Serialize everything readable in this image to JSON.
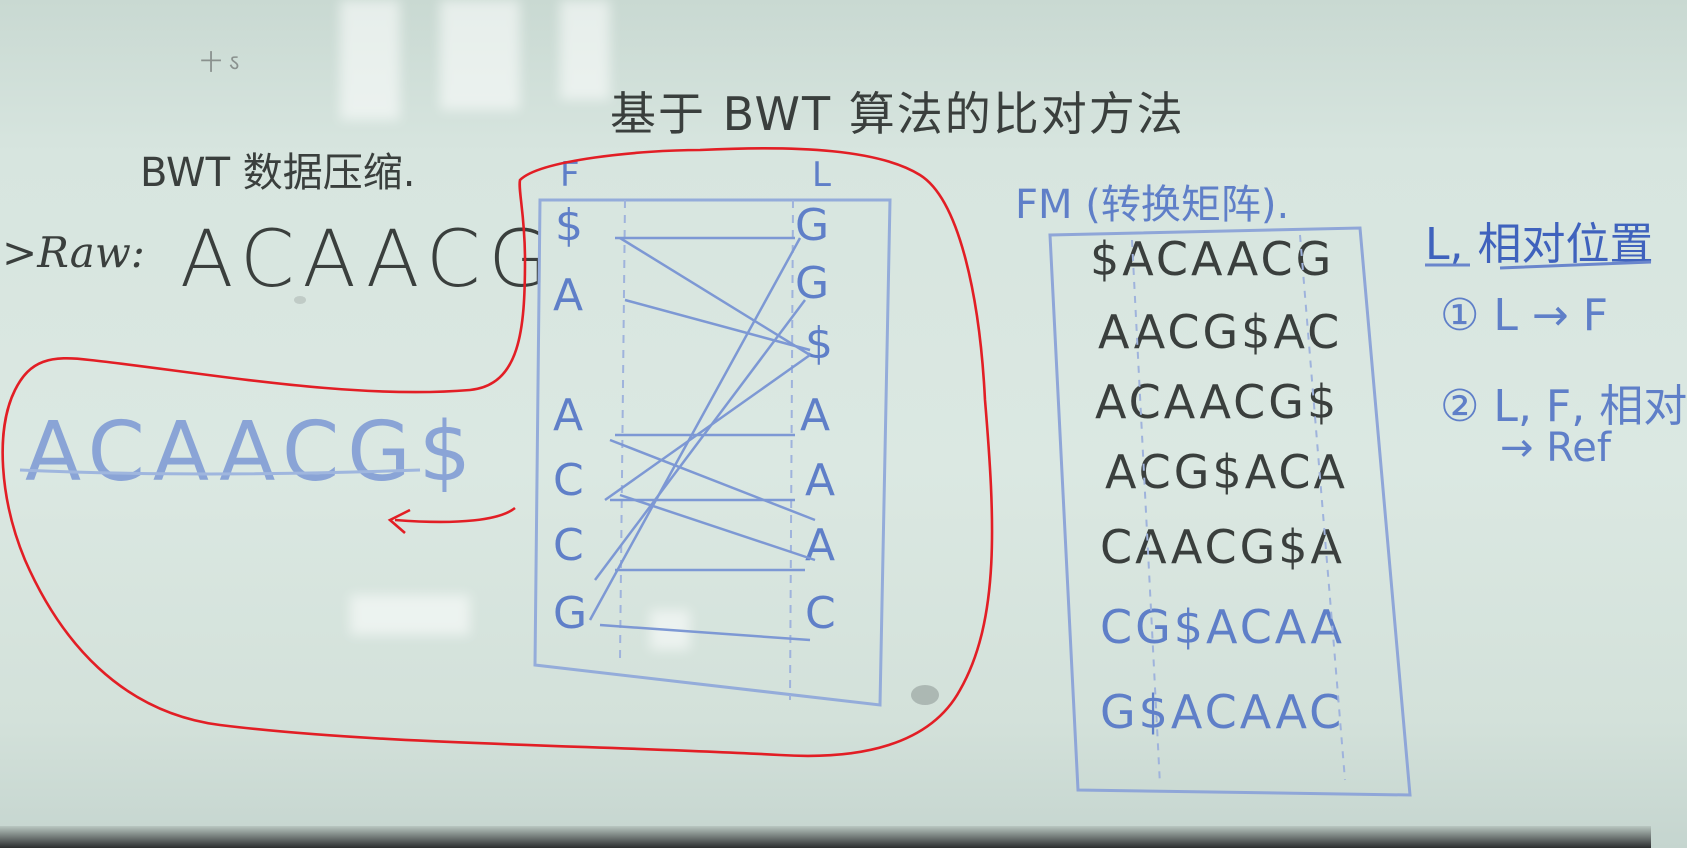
{
  "board": {
    "top_scribble": "十 ऽ",
    "title": "基于 BWT 算法的比对方法",
    "bwt_heading": "BWT 数据压缩.",
    "raw_label": ">Raw:",
    "raw_value": "ACAACG",
    "transformed_value": "ACAACG$",
    "f_header": "F",
    "l_header": "L",
    "f_column": [
      "$",
      "A",
      "A",
      "C",
      "C",
      "G"
    ],
    "l_column": [
      "G",
      "G",
      "$",
      "A",
      "A",
      "A",
      "C"
    ],
    "fm_label": "FM (转换矩阵).",
    "fm_rows": [
      "$ACAACG",
      "AACG$AC",
      "ACAACG$",
      "ACG$ACA",
      "CAACG$A",
      "CG$ACAA",
      "G$ACAAC"
    ],
    "l_heading": "L, 相对位置",
    "note1": "① L → F",
    "note2": "② L, F, 相对",
    "note3": "→ Ref"
  },
  "colors": {
    "marker_black": "#3a3f3d",
    "marker_blue": "#5f7fc8",
    "annotation_red": "#e21e25",
    "whiteboard": "#d7e5df"
  }
}
